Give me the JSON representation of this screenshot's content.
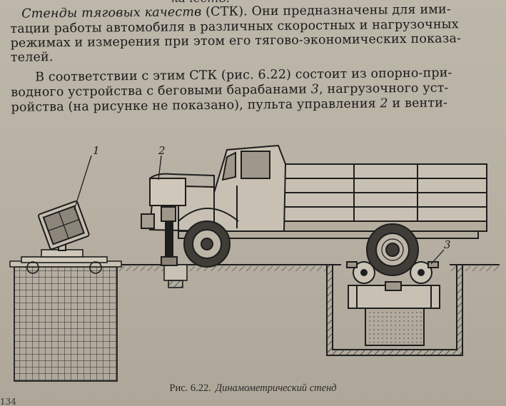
{
  "document": {
    "top_cut_text": "качеств.",
    "lines": [
      {
        "parts": [
          {
            "text": "Стенды тяговых качеств",
            "italic": true
          },
          {
            "text": " (СТК). Они предназначены для  ими-",
            "italic": false
          }
        ]
      },
      {
        "parts": [
          {
            "text": "тации работы автомобиля в различных скоростных и нагрузочных",
            "italic": false
          }
        ]
      },
      {
        "parts": [
          {
            "text": "режимах и измерения при этом его тягово-экономических показа-",
            "italic": false
          }
        ]
      },
      {
        "parts": [
          {
            "text": "телей.",
            "italic": false
          }
        ]
      },
      {
        "parts": [
          {
            "text": "В соответствии с этим СТК (рис. 6.22) состоит из опорно-при-",
            "italic": false
          }
        ]
      },
      {
        "parts": [
          {
            "text": "водного устройства с беговыми барабанами ",
            "italic": false
          },
          {
            "text": "3",
            "italic": true
          },
          {
            "text": ", нагрузочного уст-",
            "italic": false
          }
        ]
      },
      {
        "parts": [
          {
            "text": "ройства (на рисунке не показано), пульта управления ",
            "italic": false
          },
          {
            "text": "2",
            "italic": true
          },
          {
            "text": " и венти-",
            "italic": false
          }
        ]
      }
    ]
  },
  "figure": {
    "labels": [
      "1",
      "2",
      "3"
    ]
  },
  "caption": {
    "number": "Рис. 6.22.",
    "text": "Динамометрический стенд"
  },
  "page_number": "134"
}
